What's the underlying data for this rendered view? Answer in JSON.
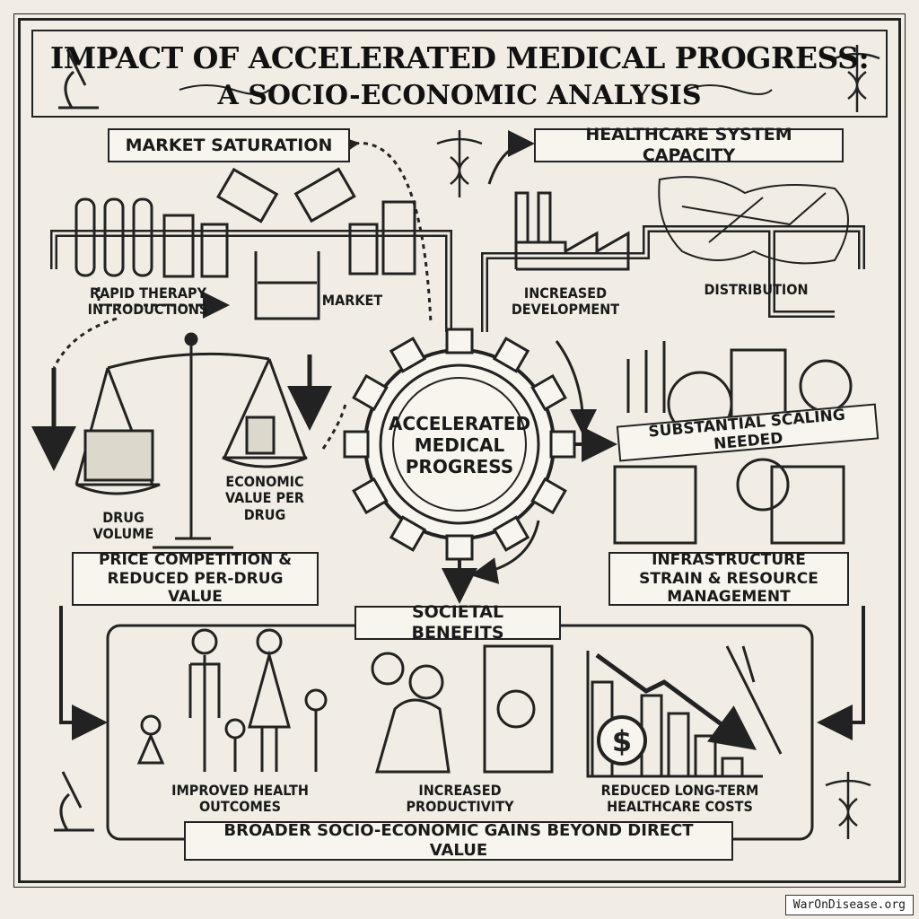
{
  "title": {
    "line1": "IMPACT OF ACCELERATED MEDICAL PROGRESS:",
    "line2": "A SOCIO-ECONOMIC ANALYSIS"
  },
  "center": {
    "label": "ACCELERATED MEDICAL PROGRESS"
  },
  "market": {
    "banner": "MARKET SATURATION",
    "rapid": "RAPID THERAPY INTRODUCTIONS",
    "market": "MARKET",
    "drug_volume": "DRUG VOLUME",
    "value_per_drug": "ECONOMIC VALUE PER DRUG",
    "outcome": "PRICE COMPETITION & REDUCED PER-DRUG VALUE"
  },
  "healthcare": {
    "banner": "HEALTHCARE SYSTEM CAPACITY",
    "development": "INCREASED DEVELOPMENT",
    "distribution": "DISTRIBUTION",
    "scaling": "SUBSTANTIAL SCALING NEEDED",
    "outcome": "INFRASTRUCTURE STRAIN & RESOURCE MANAGEMENT"
  },
  "societal": {
    "banner": "SOCIETAL BENEFITS",
    "items": [
      "IMPROVED HEALTH OUTCOMES",
      "INCREASED PRODUCTIVITY",
      "REDUCED LONG-TERM HEALTHCARE COSTS"
    ],
    "summary": "BROADER SOCIO-ECONOMIC GAINS BEYOND DIRECT VALUE",
    "dollar": "$"
  },
  "watermark": "WarOnDisease.org"
}
